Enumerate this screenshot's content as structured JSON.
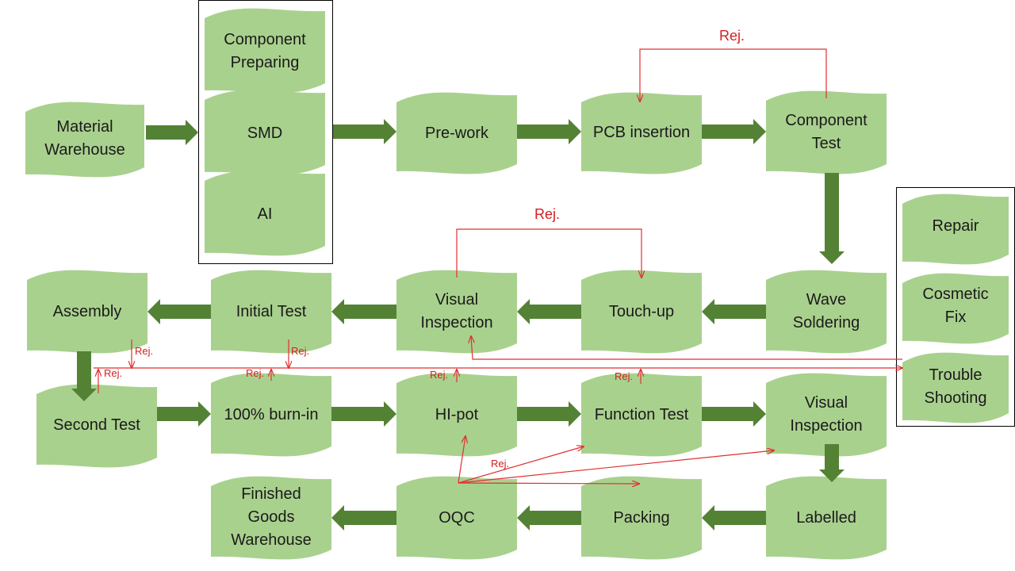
{
  "colors": {
    "node_fill": "#a9d18e",
    "arrow": "#548235",
    "reject_line": "#e03030",
    "reject_text": "#d42020",
    "frame": "#000000"
  },
  "nodes": {
    "material_warehouse": "Material\nWarehouse",
    "component_preparing": "Component\nPreparing",
    "smd": "SMD",
    "ai": "AI",
    "pre_work": "Pre-work",
    "pcb_insertion": "PCB insertion",
    "component_test": "Component\nTest",
    "wave_soldering": "Wave\nSoldering",
    "touch_up": "Touch-up",
    "visual_inspection_1": "Visual\nInspection",
    "initial_test": "Initial Test",
    "assembly": "Assembly",
    "second_test": "Second Test",
    "burn_in": "100% burn-in",
    "hi_pot": "HI-pot",
    "function_test": "Function Test",
    "visual_inspection_2": "Visual\nInspection",
    "labelled": "Labelled",
    "packing": "Packing",
    "oqc": "OQC",
    "finished_goods_warehouse": "Finished\nGoods\nWarehouse",
    "repair": "Repair",
    "cosmetic_fix": "Cosmetic\nFix",
    "trouble_shooting": "Trouble\nShooting"
  },
  "reject_labels": {
    "component_test_loop": "Rej.",
    "visual_inspection_loop": "Rej.",
    "assembly": "Rej.",
    "initial_test": "Rej.",
    "second_test": "Rej.",
    "burn_in": "Rej.",
    "hi_pot": "Rej.",
    "function_test": "Rej.",
    "oqc": "Rej."
  }
}
